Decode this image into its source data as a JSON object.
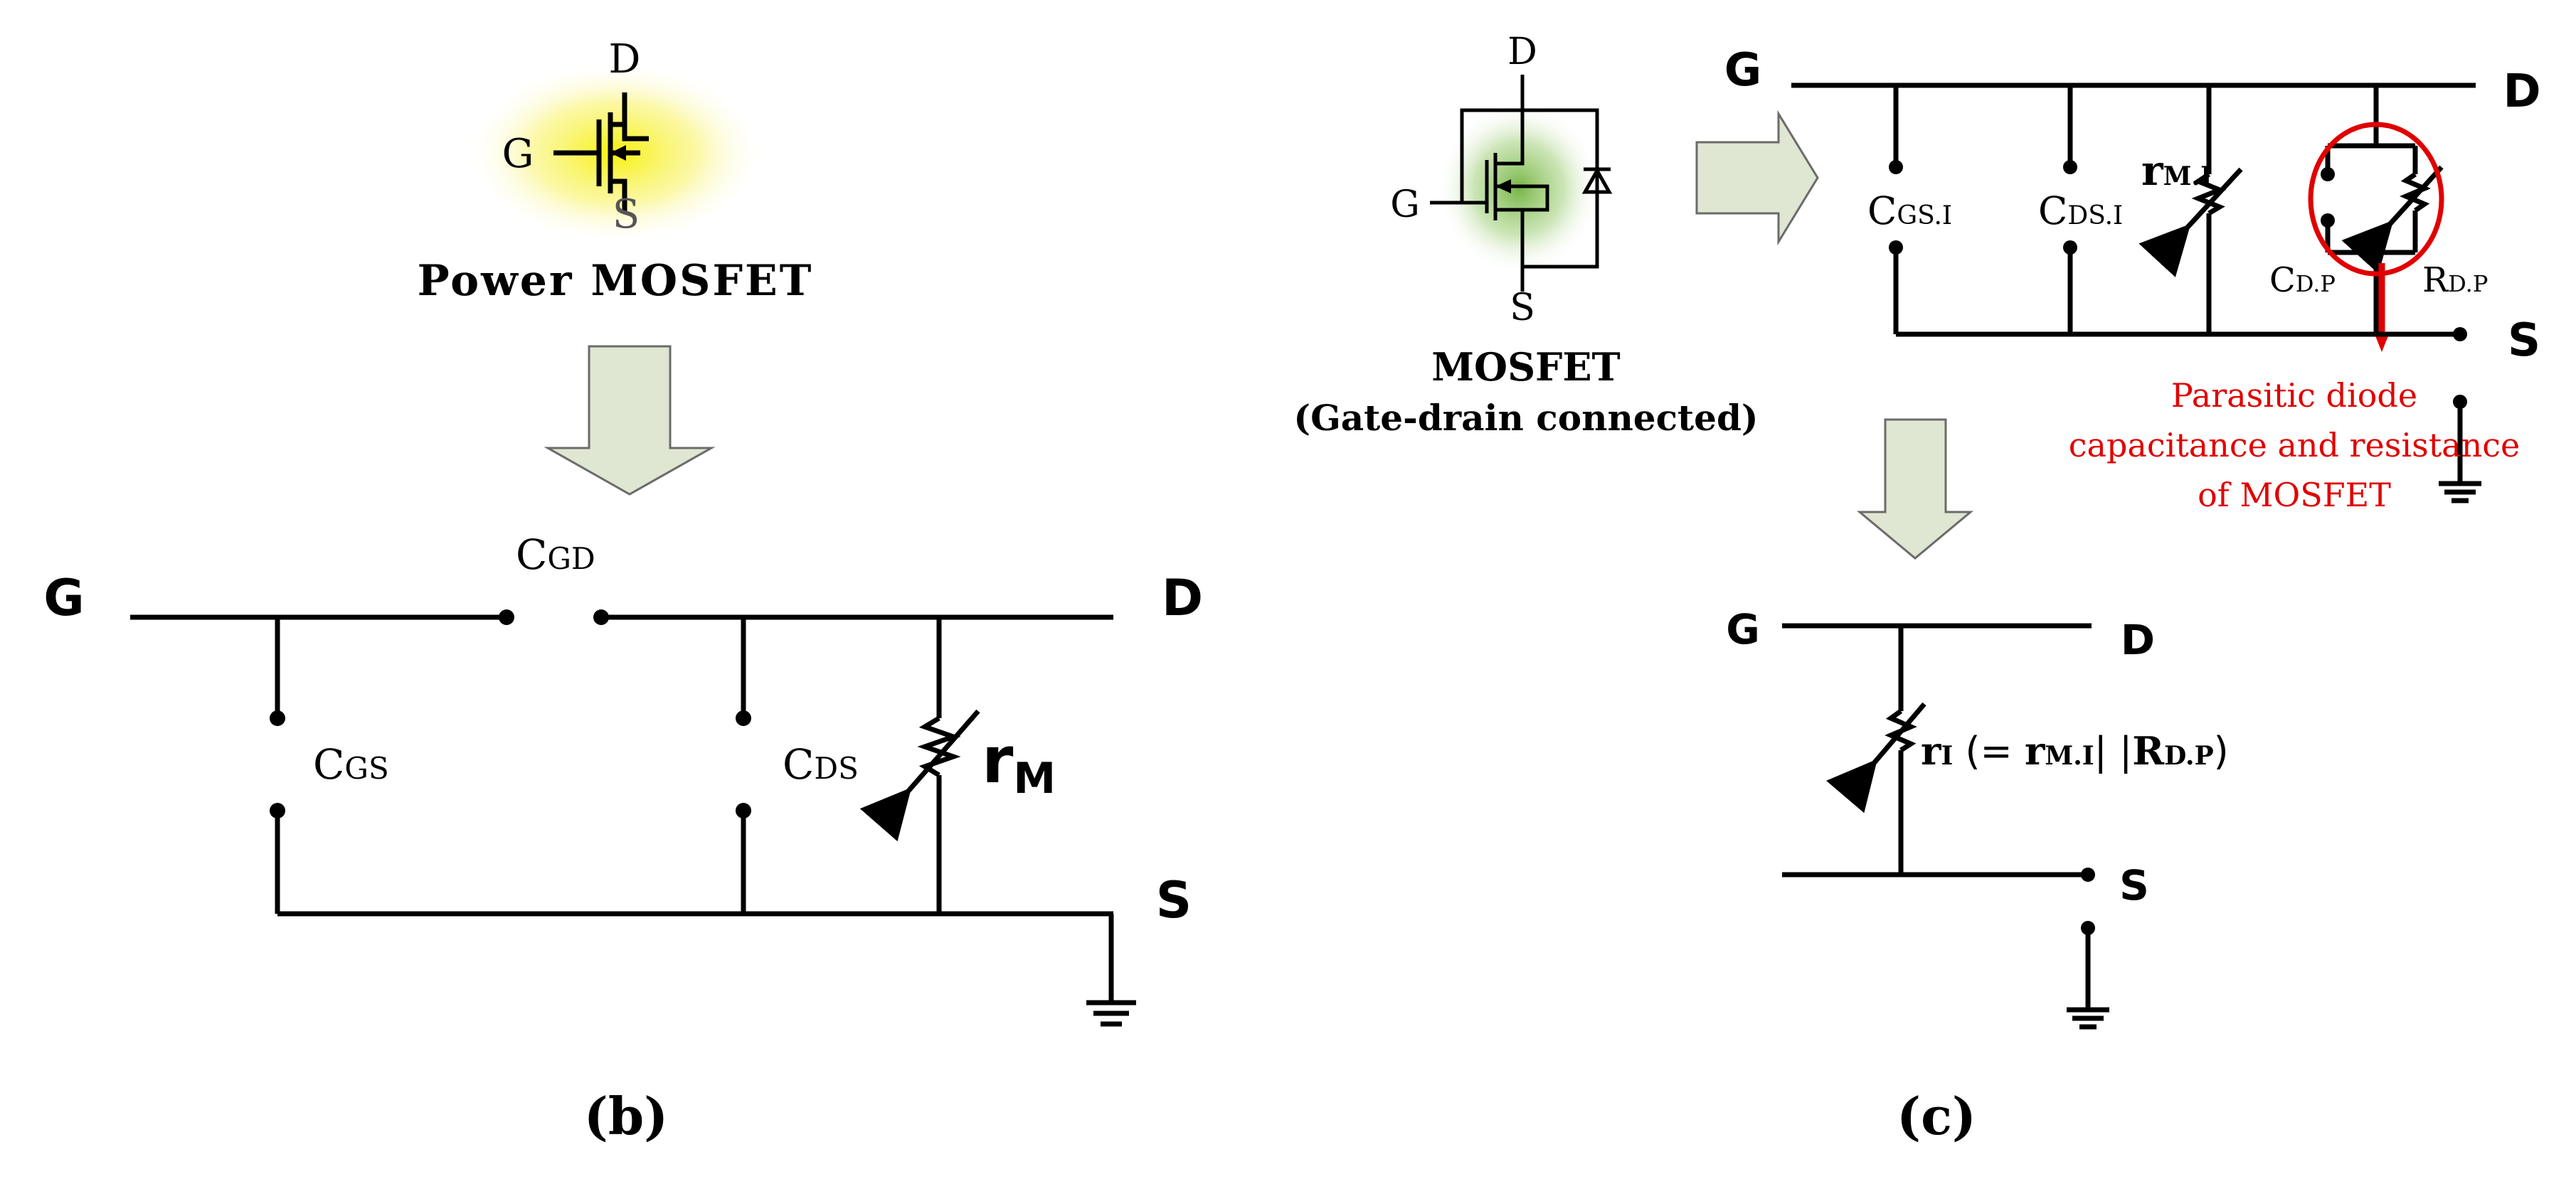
{
  "colors": {
    "arrow_fill": "#dfe6d2",
    "arrow_stroke": "#6b6b6b",
    "glow_yellow": "#f7f000",
    "glow_green": "#7ab648",
    "annotation_red": "#e00000",
    "line": "#000000"
  },
  "panel_b": {
    "caption": "(b)",
    "symbol": {
      "d": "D",
      "g": "G",
      "s": "S",
      "title": "Power MOSFET"
    },
    "circuit": {
      "g": "G",
      "d": "D",
      "s": "S",
      "cgd": {
        "base": "C",
        "sub": "GD"
      },
      "cgs": {
        "base": "C",
        "sub": "GS"
      },
      "cds": {
        "base": "C",
        "sub": "DS"
      },
      "rm": {
        "base": "r",
        "sub": "M"
      }
    }
  },
  "panel_c": {
    "caption": "(c)",
    "symbol": {
      "d": "D",
      "g": "G",
      "s": "S",
      "title": "MOSFET",
      "subtitle": "(Gate-drain connected)"
    },
    "circuit": {
      "g": "G",
      "d": "D",
      "s": "S",
      "cgs": {
        "base": "C",
        "sub": "GS.I"
      },
      "cds": {
        "base": "C",
        "sub": "DS.I"
      },
      "rm": {
        "base": "r",
        "sub": "M.I"
      },
      "cdp": {
        "base": "C",
        "sub": "D.P"
      },
      "rdp": {
        "base": "R",
        "sub": "D.P"
      }
    },
    "annotation": [
      "Parasitic diode",
      "capacitance and resistance",
      "of MOSFET"
    ],
    "equivalent": {
      "g": "G",
      "d": "D",
      "s": "S",
      "ri_base": "r",
      "ri_sub": "I",
      "ri_eq_open": " (= ",
      "ri_eq_base1": "r",
      "ri_eq_sub1": "M.I",
      "ri_eq_par": "| |",
      "ri_eq_base2": "R",
      "ri_eq_sub2": "D.P",
      "ri_eq_close": ")"
    }
  }
}
